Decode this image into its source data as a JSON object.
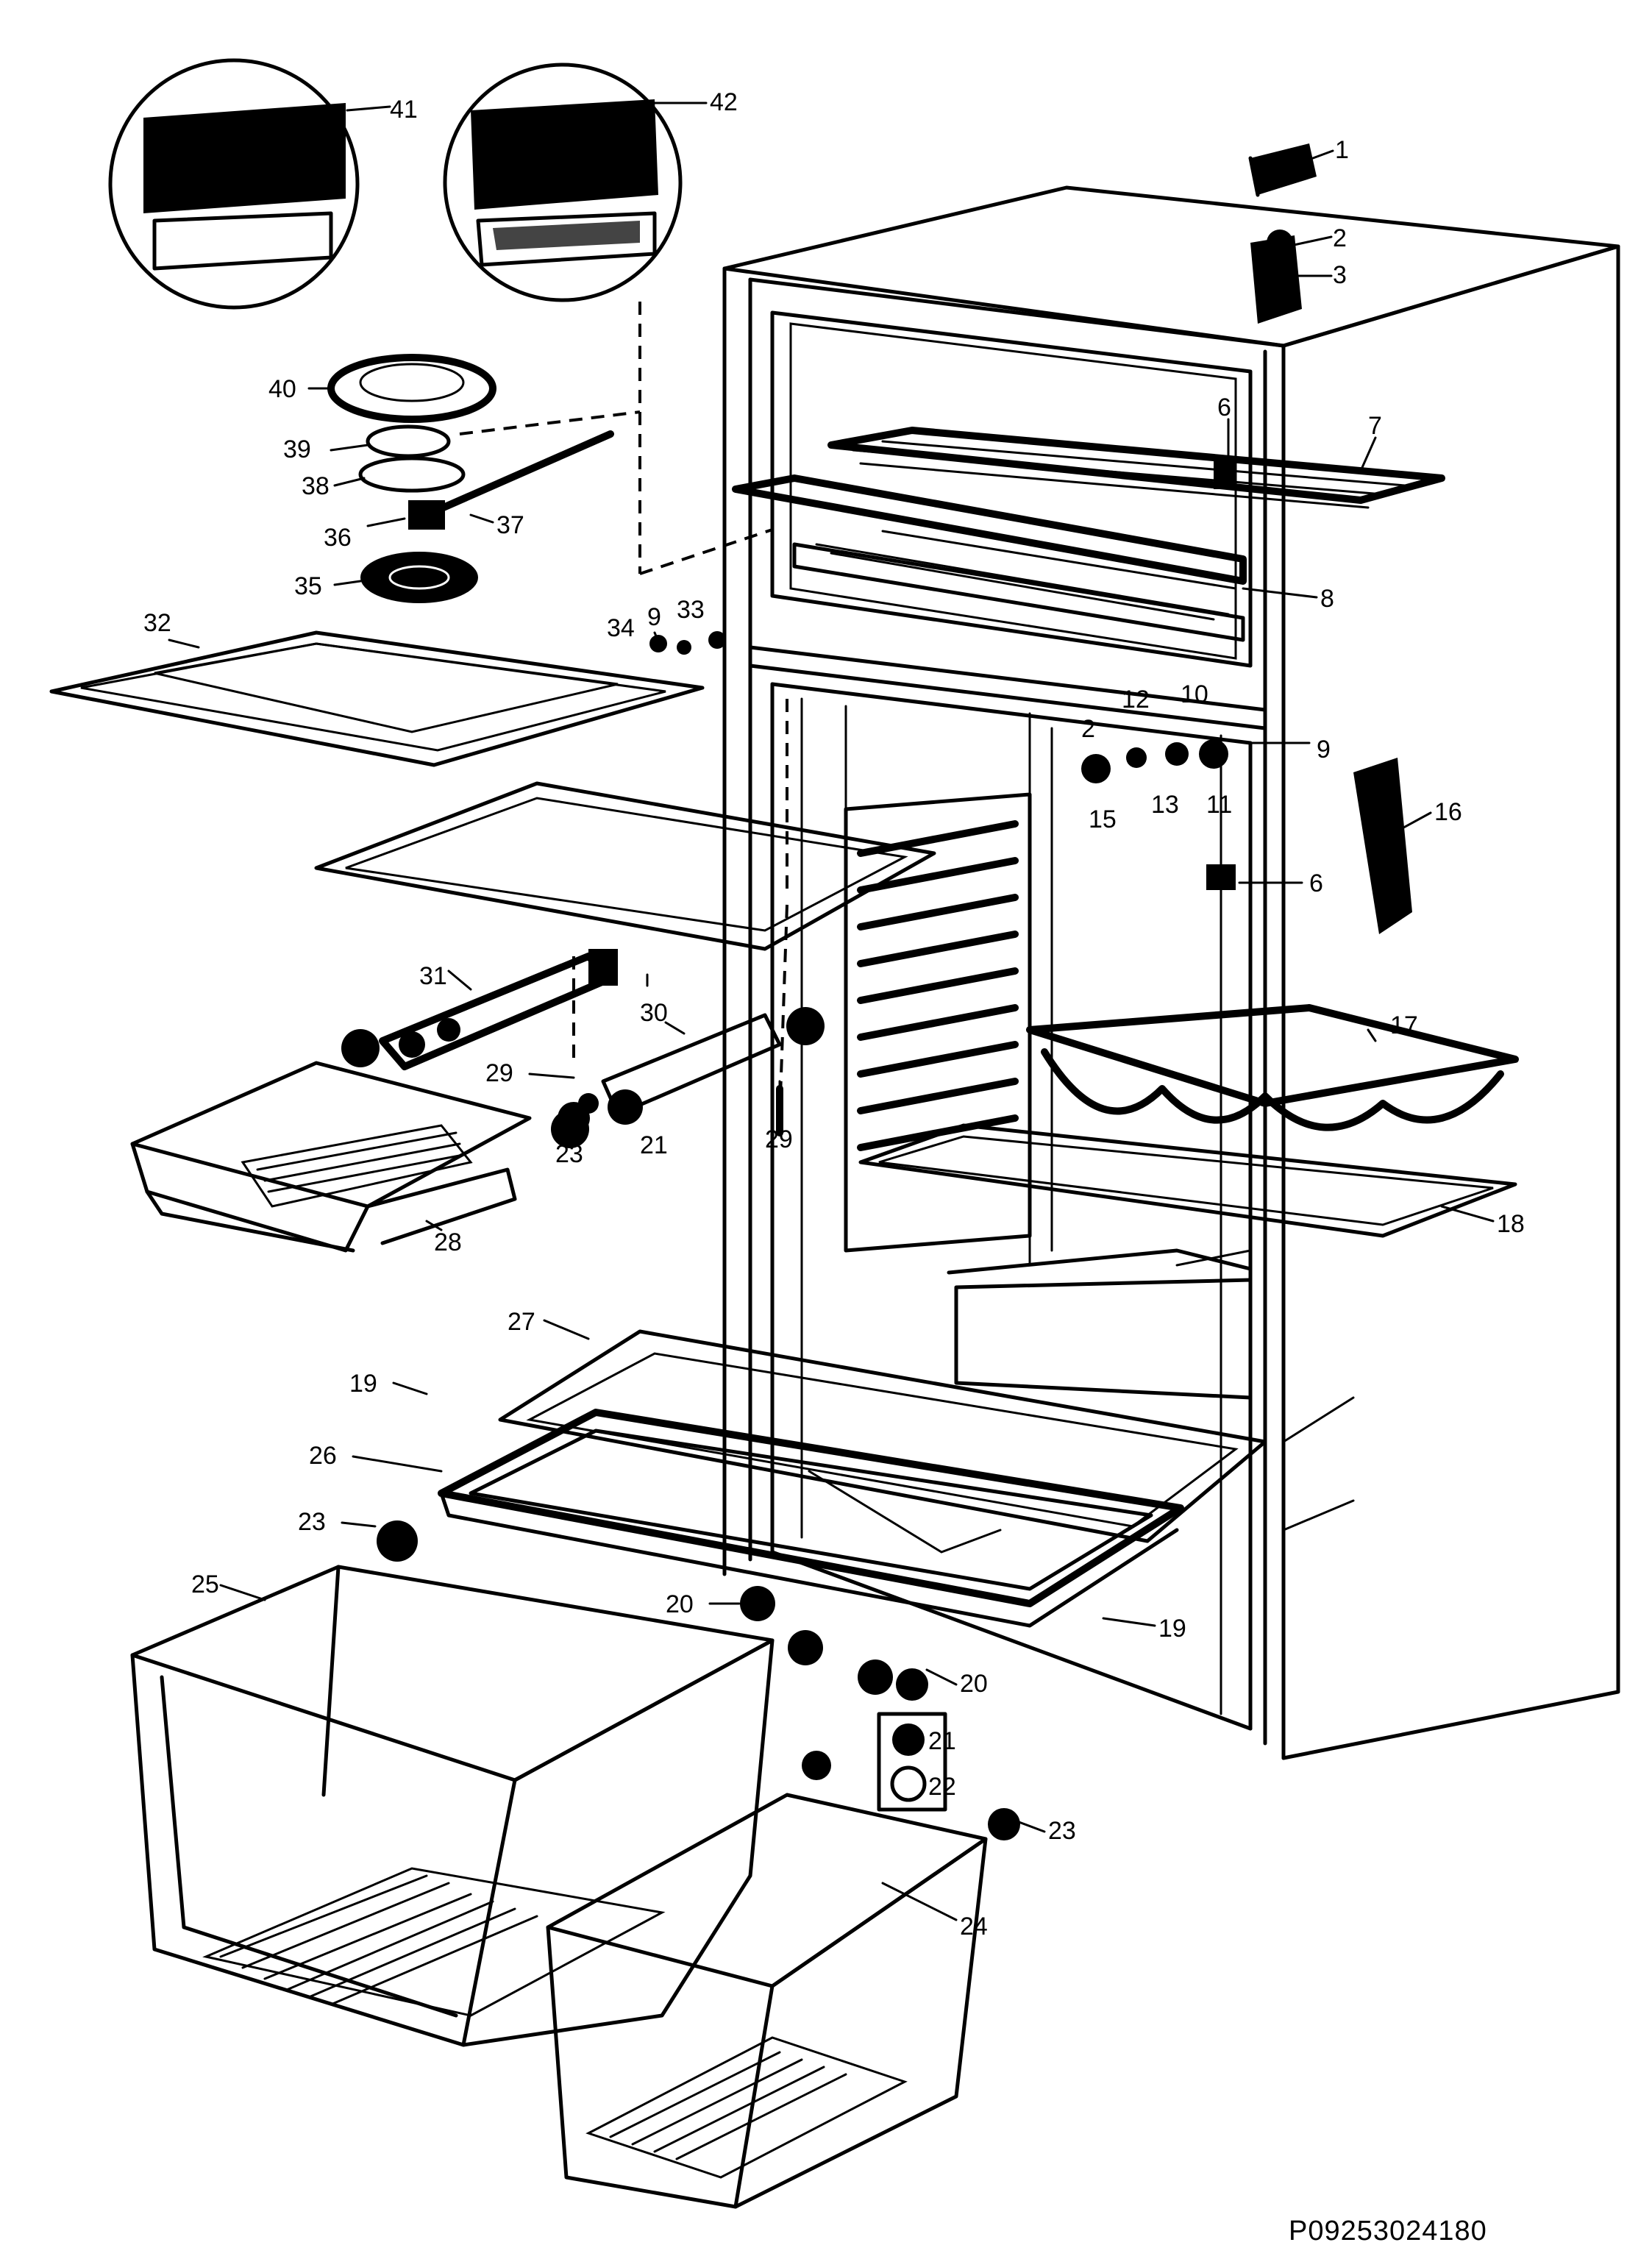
{
  "diagram": {
    "part_code": "P09253024180",
    "callouts": [
      {
        "id": "c1",
        "label": "1"
      },
      {
        "id": "c2",
        "label": "2"
      },
      {
        "id": "c3",
        "label": "3"
      },
      {
        "id": "c6a",
        "label": "6"
      },
      {
        "id": "c7",
        "label": "7"
      },
      {
        "id": "c8",
        "label": "8"
      },
      {
        "id": "c12",
        "label": "12"
      },
      {
        "id": "c10",
        "label": "10"
      },
      {
        "id": "c2b",
        "label": "2"
      },
      {
        "id": "c9b",
        "label": "9"
      },
      {
        "id": "c15",
        "label": "15"
      },
      {
        "id": "c13",
        "label": "13"
      },
      {
        "id": "c11",
        "label": "11"
      },
      {
        "id": "c16",
        "label": "16"
      },
      {
        "id": "c6b",
        "label": "6"
      },
      {
        "id": "c17",
        "label": "17"
      },
      {
        "id": "c18",
        "label": "18"
      },
      {
        "id": "c41",
        "label": "41"
      },
      {
        "id": "c42",
        "label": "42"
      },
      {
        "id": "c40",
        "label": "40"
      },
      {
        "id": "c39",
        "label": "39"
      },
      {
        "id": "c38",
        "label": "38"
      },
      {
        "id": "c36",
        "label": "36"
      },
      {
        "id": "c37",
        "label": "37"
      },
      {
        "id": "c35",
        "label": "35"
      },
      {
        "id": "c32",
        "label": "32"
      },
      {
        "id": "c34",
        "label": "34"
      },
      {
        "id": "c9a",
        "label": "9"
      },
      {
        "id": "c33",
        "label": "33"
      },
      {
        "id": "c31",
        "label": "31"
      },
      {
        "id": "c30",
        "label": "30"
      },
      {
        "id": "c29a",
        "label": "29"
      },
      {
        "id": "c29b",
        "label": "29"
      },
      {
        "id": "c23a",
        "label": "23"
      },
      {
        "id": "c21a",
        "label": "21"
      },
      {
        "id": "c28",
        "label": "28"
      },
      {
        "id": "c27",
        "label": "27"
      },
      {
        "id": "c19a",
        "label": "19"
      },
      {
        "id": "c26",
        "label": "26"
      },
      {
        "id": "c23b",
        "label": "23"
      },
      {
        "id": "c25",
        "label": "25"
      },
      {
        "id": "c20a",
        "label": "20"
      },
      {
        "id": "c19b",
        "label": "19"
      },
      {
        "id": "c20b",
        "label": "20"
      },
      {
        "id": "c21b",
        "label": "21"
      },
      {
        "id": "c22",
        "label": "22"
      },
      {
        "id": "c23c",
        "label": "23"
      },
      {
        "id": "c24",
        "label": "24"
      }
    ]
  }
}
